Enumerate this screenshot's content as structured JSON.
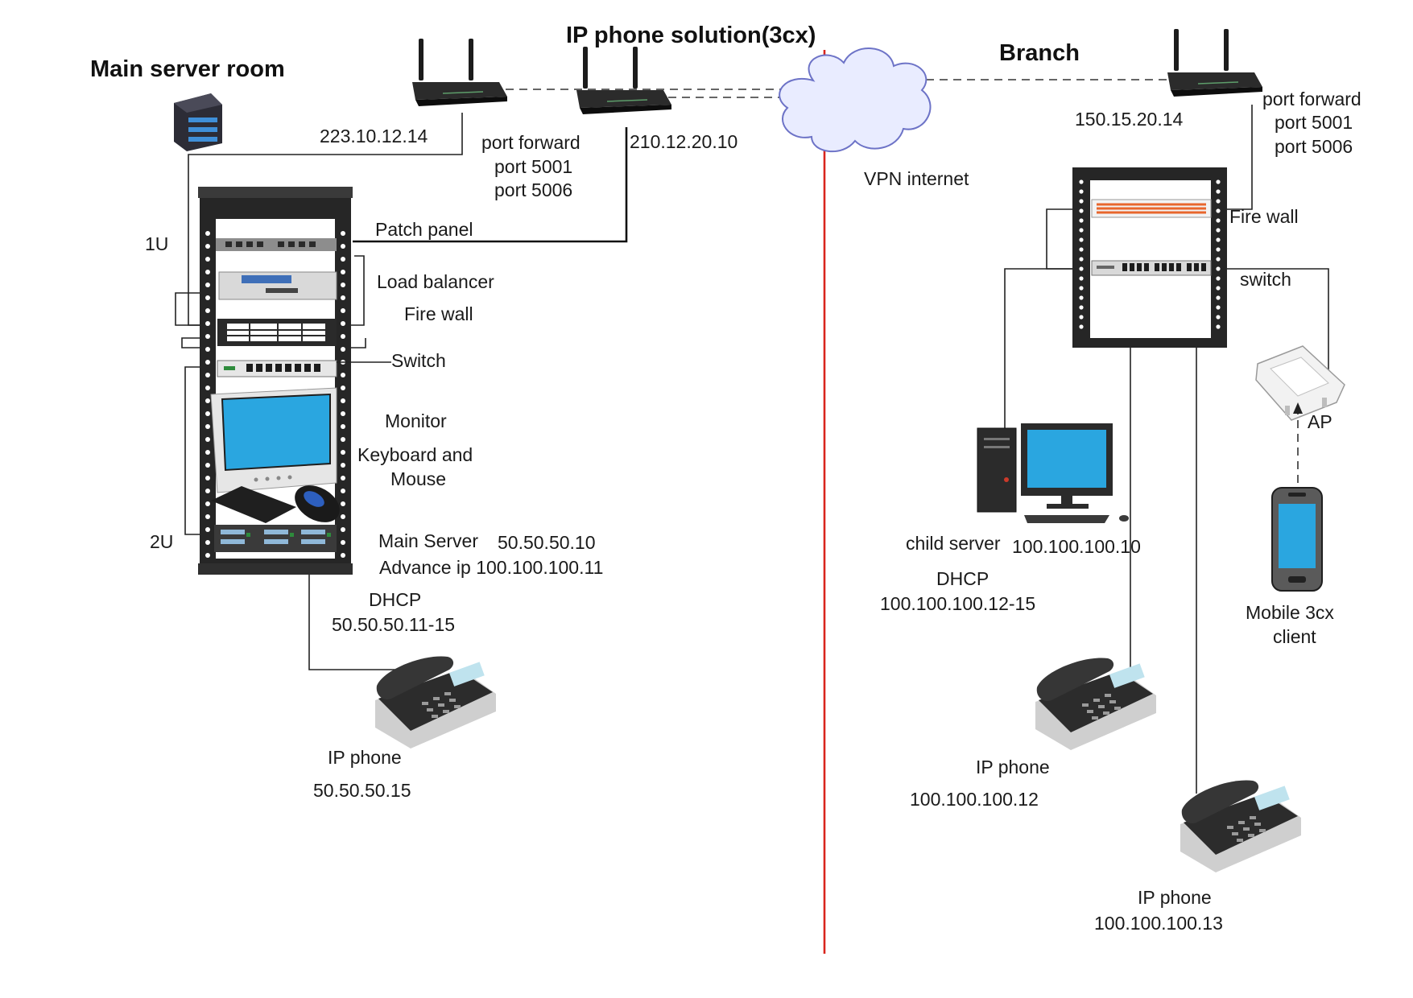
{
  "titles": {
    "main_room": "Main server room",
    "solution": "IP phone solution(3cx)",
    "branch": "Branch"
  },
  "main": {
    "router1_ip": "223.10.12.14",
    "router2_ip": "210.12.20.10",
    "port_forward": [
      "port forward",
      "port 5001",
      "port 5006"
    ],
    "rack_units": {
      "top": "1U",
      "bottom": "2U"
    },
    "rack_labels": {
      "patch_panel": "Patch panel",
      "load_balancer": "Load balancer",
      "firewall": "Fire wall",
      "switch": "Switch",
      "monitor": "Monitor",
      "kbm": [
        "Keyboard and",
        "Mouse"
      ]
    },
    "server": {
      "label": "Main Server",
      "ip": "50.50.50.10",
      "advance": "Advance ip 100.100.100.11"
    },
    "dhcp": {
      "label": "DHCP",
      "range": "50.50.50.11-15"
    },
    "phone": {
      "label": "IP phone",
      "ip": "50.50.50.15"
    }
  },
  "cloud": {
    "label": "VPN internet"
  },
  "branch": {
    "router_ip": "150.15.20.14",
    "port_forward": [
      "port forward",
      "port 5001",
      "port 5006"
    ],
    "firewall": "Fire wall",
    "switch": "switch",
    "ap": "AP",
    "mobile": [
      "Mobile 3cx",
      "client"
    ],
    "child_server": {
      "label": "child server",
      "ip": "100.100.100.10"
    },
    "dhcp": {
      "label": "DHCP",
      "range": "100.100.100.12-15"
    },
    "phone1": {
      "label": "IP phone",
      "ip": "100.100.100.12"
    },
    "phone2": {
      "label": "IP phone",
      "ip": "100.100.100.13"
    }
  },
  "colors": {
    "divider": "#d9251d",
    "screen": "#2aa6e0",
    "cloud_fill": "#e9ecff",
    "cloud_stroke": "#6d73c7",
    "rack": "#222222",
    "firewall_stripe": "#e8662c"
  }
}
